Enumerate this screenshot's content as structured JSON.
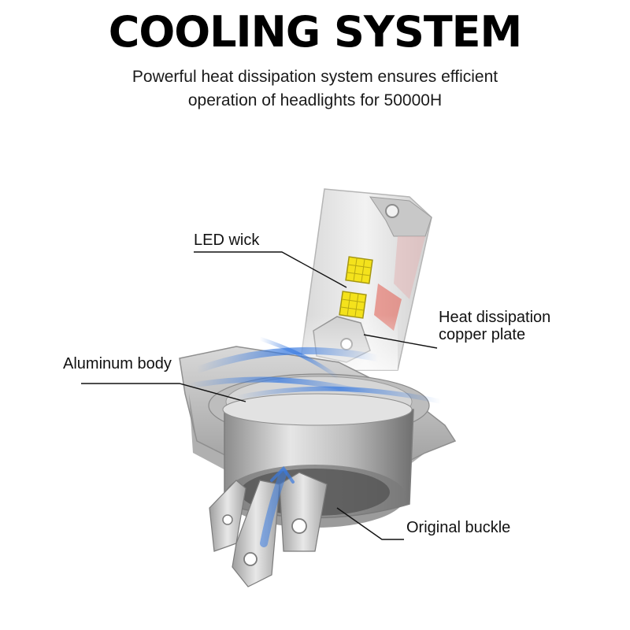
{
  "header": {
    "title": "COOLING SYSTEM",
    "subtitle_line1": "Powerful heat dissipation system ensures efficient",
    "subtitle_line2": "operation of headlights for 50000H"
  },
  "callouts": {
    "led_wick": "LED wick",
    "heat_plate_line1": "Heat dissipation",
    "heat_plate_line2": "copper plate",
    "aluminum_body": "Aluminum body",
    "original_buckle": "Original buckle"
  },
  "colors": {
    "led_chip": "#f4e21c",
    "airflow": "#3a7be0",
    "body_metal": "#c9c9c9"
  }
}
